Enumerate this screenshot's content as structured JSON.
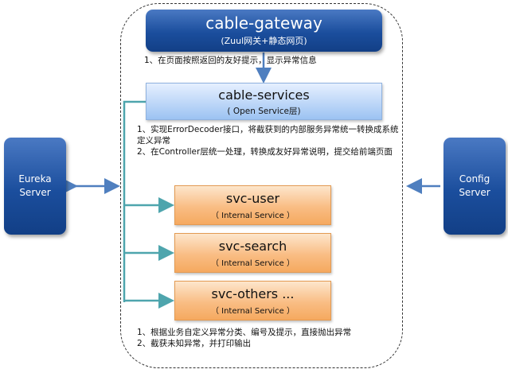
{
  "gateway": {
    "title": "cable-gateway",
    "subtitle": "(Zuul网关+静态网页)"
  },
  "services": {
    "title": "cable-services",
    "subtitle": "( Open Service层)"
  },
  "internal": [
    {
      "title": "svc-user",
      "subtitle": "（ Internal Service ）"
    },
    {
      "title": "svc-search",
      "subtitle": "（ Internal Service ）"
    },
    {
      "title": "svc-others ...",
      "subtitle": "（ Internal Service ）"
    }
  ],
  "eureka": {
    "line1": "Eureka",
    "line2": "Server"
  },
  "config": {
    "line1": "Config",
    "line2": "Server"
  },
  "notes": {
    "gateway_note": "1、在页面按照返回的友好提示，显示异常信息",
    "services_note_1": "1、实现ErrorDecoder接口，将截获到的内部服务异常统一转换成系统定义异常",
    "services_note_2": "2、在Controller层统一处理，转换成友好异常说明，提交给前端页面",
    "internal_note_1": "1、根据业务自定义异常分类、编号及提示，直接抛出异常",
    "internal_note_2": "2、截获未知异常，并打印输出"
  },
  "colors": {
    "dark_blue": "#1b4e9d",
    "light_blue": "#9cc3f2",
    "orange": "#f9bd84",
    "connector": "#4ea5ad",
    "arrow": "#4f7fbf"
  }
}
